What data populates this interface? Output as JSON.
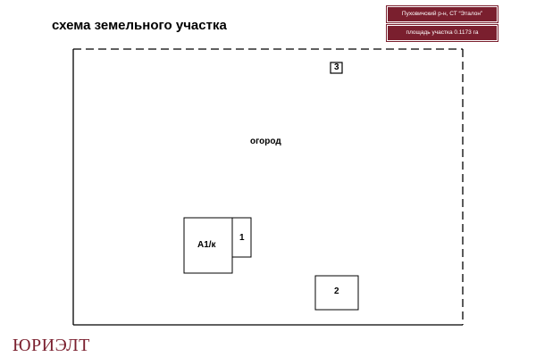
{
  "header": {
    "title": "схема земельного участка"
  },
  "info": {
    "district": "Пуховичский р-н, СТ “Эталон”",
    "area": "площадь участка 0.1173 га"
  },
  "plot": {
    "garden_label": "огород",
    "house_label": "А1/к",
    "building_1_label": "1",
    "building_2_label": "2",
    "building_3_label": "3"
  },
  "brand": {
    "name": "ЮРИЭЛТ",
    "color": "#7a1f2e"
  },
  "colors": {
    "accent": "#7a1f2e",
    "line": "#000000"
  }
}
